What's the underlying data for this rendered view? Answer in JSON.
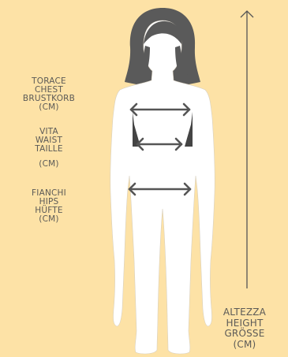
{
  "labels": {
    "chest": [
      "TORACE",
      "CHEST",
      "BRUSTKORB",
      "(CM)"
    ],
    "waist": [
      "VITA",
      "WAIST",
      "TAILLE",
      "(CM)"
    ],
    "hips": [
      "FIANCHI",
      "HIPS",
      "HÜFTE",
      "(CM)"
    ],
    "height": [
      "ALTEZZA",
      "HEIGHT",
      "GRÖSSE",
      "(CM)"
    ]
  },
  "colors": {
    "background": "#fde2a6",
    "body": "#ffffff",
    "hair": "#5a5a5a",
    "outline": "#6a6a6a",
    "arrow": "#555555"
  }
}
